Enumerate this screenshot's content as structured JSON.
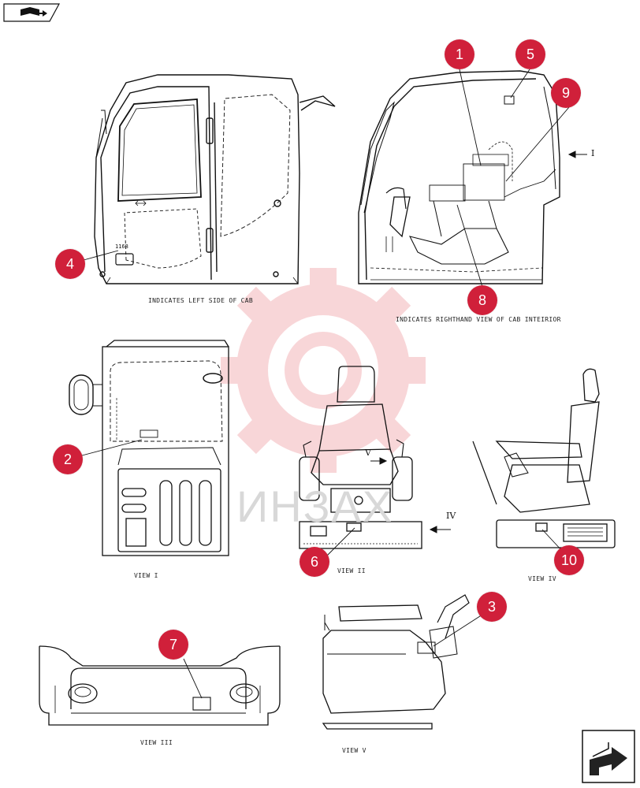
{
  "colors": {
    "callout": "#d0203a",
    "line": "#111111",
    "watermark": "#f4c0c4"
  },
  "captions": {
    "left_cab": "INDICATES LEFT SIDE OF CAB",
    "right_cab": "INDICATES RIGHTHAND VIEW OF CAB INTEIRIOR",
    "view1": "VIEW I",
    "view2": "VIEW II",
    "view3": "VIEW III",
    "view4": "VIEW IV",
    "view5": "VIEW V"
  },
  "view_markers": {
    "I": "I",
    "IV": "IV",
    "V": "V"
  },
  "decal_text": "1168",
  "watermark_text": "ИНЗАХ",
  "callouts": [
    {
      "id": "1",
      "label": "1"
    },
    {
      "id": "2",
      "label": "2"
    },
    {
      "id": "3",
      "label": "3"
    },
    {
      "id": "4",
      "label": "4"
    },
    {
      "id": "5",
      "label": "5"
    },
    {
      "id": "6",
      "label": "6"
    },
    {
      "id": "7",
      "label": "7"
    },
    {
      "id": "8",
      "label": "8"
    },
    {
      "id": "9",
      "label": "9"
    },
    {
      "id": "10",
      "label": "10"
    }
  ],
  "nav": {
    "top_icon": "book-arrow-icon",
    "bottom_icon": "next-arrow-icon"
  }
}
